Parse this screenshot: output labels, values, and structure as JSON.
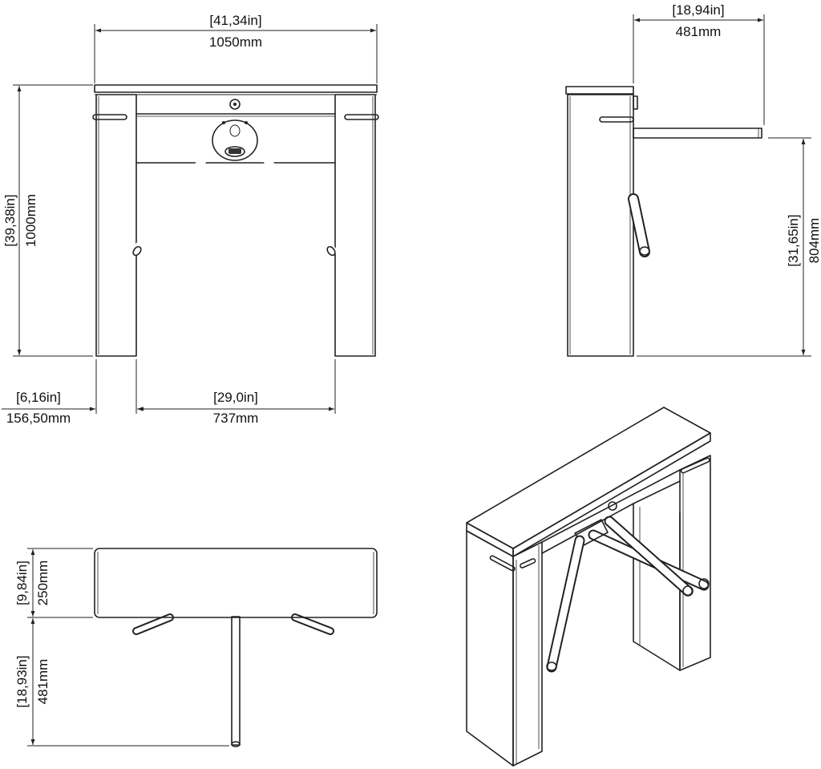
{
  "dimensions": {
    "front_width": {
      "inch": "[41,34in]",
      "mm": "1050mm"
    },
    "front_height": {
      "inch": "[39,38in]",
      "mm": "1000mm"
    },
    "post_width": {
      "inch": "[6,16in]",
      "mm": "156,50mm"
    },
    "passage_width": {
      "inch": "[29,0in]",
      "mm": "737mm"
    },
    "arm_reach": {
      "inch": "[18,94in]",
      "mm": "481mm"
    },
    "arm_height": {
      "inch": "[31,65in]",
      "mm": "804mm"
    },
    "cabinet_depth": {
      "inch": "[9,84in]",
      "mm": "250mm"
    },
    "arm_length_top": {
      "inch": "[18,93in]",
      "mm": "481mm"
    }
  }
}
